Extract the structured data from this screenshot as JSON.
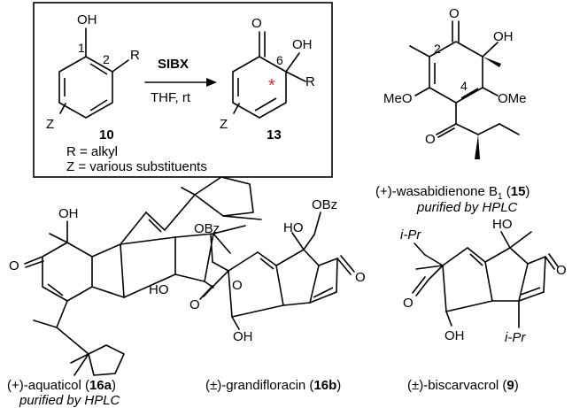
{
  "box": {
    "reagent": "SIBX",
    "conditions": "THF, rt",
    "r_def": "R = alkyl",
    "z_def": "Z = various substituents",
    "start_num": "10",
    "prod_num": "13",
    "atoms": {
      "oh": "OH",
      "r": "R",
      "z": "Z",
      "o": "O",
      "n1": "1",
      "n2": "2",
      "n6": "6",
      "star": "*"
    }
  },
  "wasabi": {
    "name_pre": "(+)-wasabidienone B",
    "name_sub": "1",
    "name_open": " (",
    "num": "15",
    "name_close": ")",
    "note": "purified by HPLC",
    "atoms": {
      "o": "O",
      "oh": "OH",
      "meo": "MeO",
      "ome": "OMe",
      "o2": "O",
      "n2": "2",
      "n4": "4"
    }
  },
  "aquaticol": {
    "name_pre": "(+)-aquaticol (",
    "num": "16a",
    "name_close": ")",
    "note": "purified by HPLC",
    "atoms": {
      "oh": "OH",
      "o": "O",
      "ho": "HO",
      "o2": "O"
    }
  },
  "grandifloracin": {
    "name_pre": "(±)-grandifloracin (",
    "num": "16b",
    "name_close": ")",
    "atoms": {
      "obz1": "OBz",
      "obz2": "OBz",
      "ho": "HO",
      "o": "O",
      "o2": "O",
      "oh": "OH"
    }
  },
  "biscarvacrol": {
    "name_pre": "(±)-biscarvacrol (",
    "num": "9",
    "name_close": ")",
    "atoms": {
      "ipr1": "i-Pr",
      "ipr2": "i-Pr",
      "ho": "HO",
      "o": "O",
      "o2": "O",
      "oh": "OH"
    }
  },
  "colors": {
    "ink": "#000000",
    "star": "#e0262d",
    "background": "#ffffff"
  }
}
